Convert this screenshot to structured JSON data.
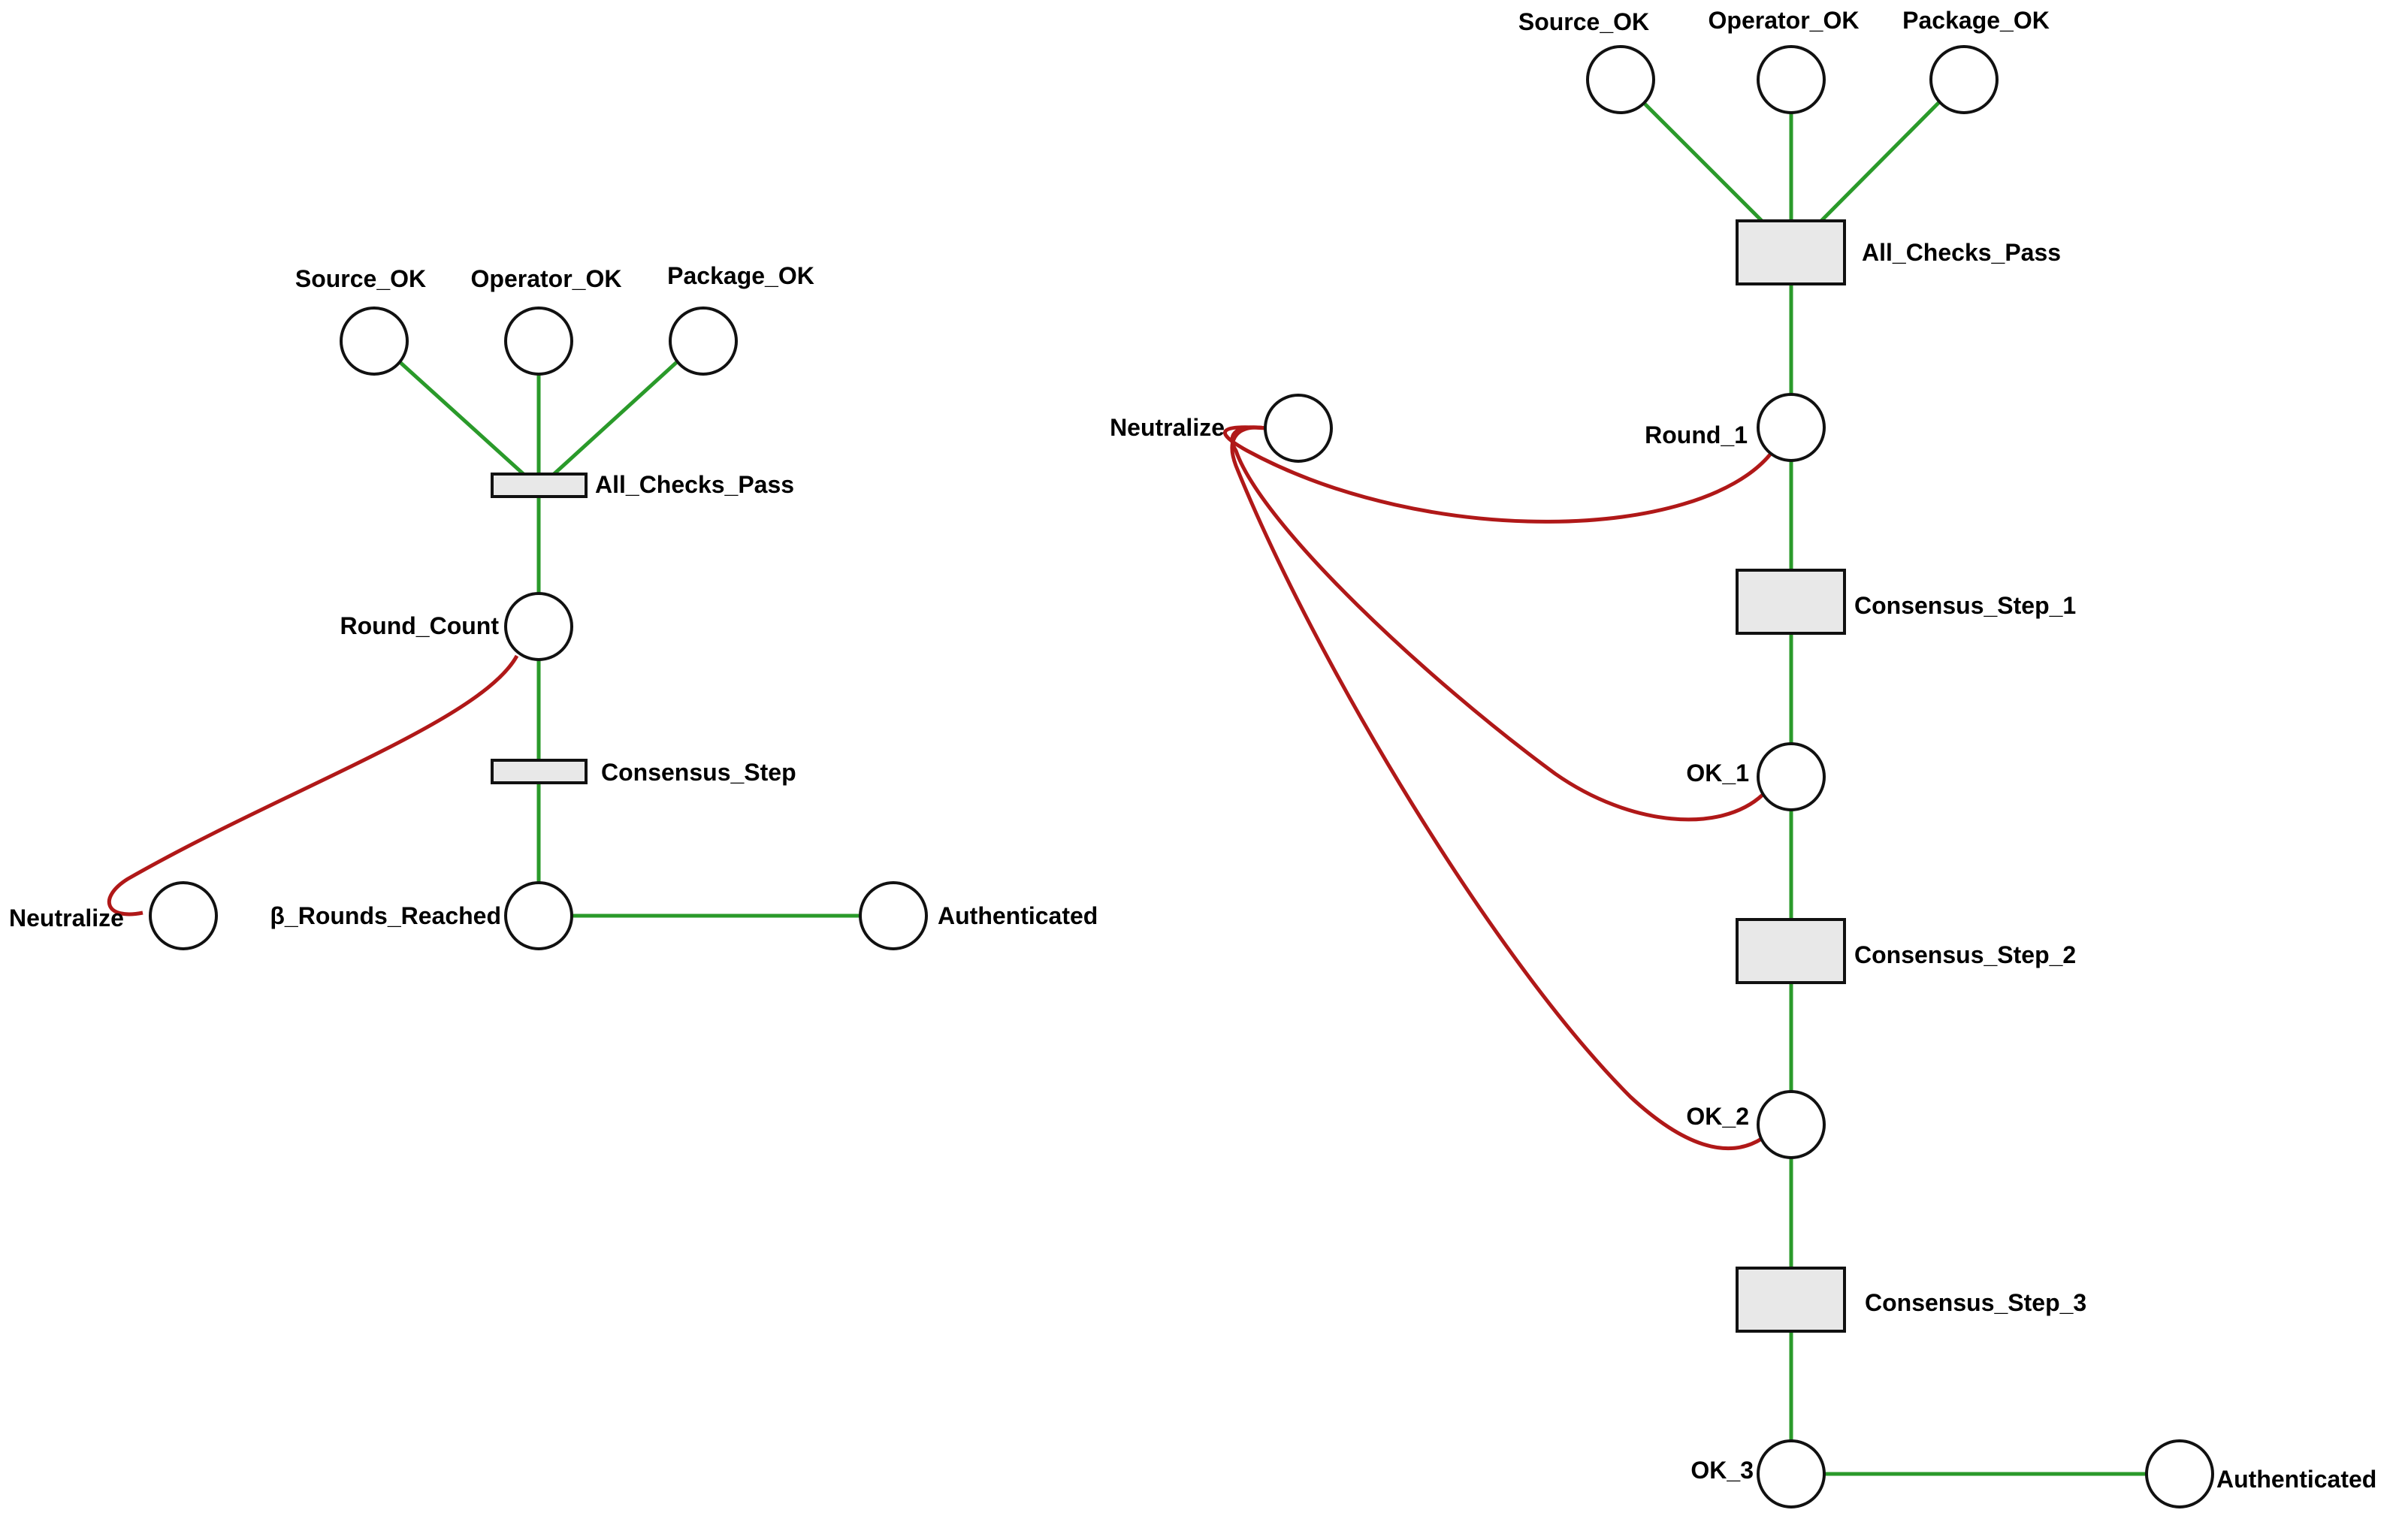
{
  "colors": {
    "flow_arc": "#2a9a2a",
    "inhibit_arc": "#b01818",
    "transition_fill": "#e8e8e8",
    "outline": "#111111"
  },
  "left": {
    "places": {
      "source_ok": "Source_OK",
      "operator_ok": "Operator_OK",
      "package_ok": "Package_OK",
      "round_count": "Round_Count",
      "rounds_reached": "β_Rounds_Reached",
      "neutralize": "Neutralize",
      "authenticated": "Authenticated"
    },
    "transitions": {
      "all_checks_pass": "All_Checks_Pass",
      "consensus_step": "Consensus_Step"
    }
  },
  "right": {
    "places": {
      "source_ok": "Source_OK",
      "operator_ok": "Operator_OK",
      "package_ok": "Package_OK",
      "round_1": "Round_1",
      "ok_1": "OK_1",
      "ok_2": "OK_2",
      "ok_3": "OK_3",
      "neutralize": "Neutralize",
      "authenticated": "Authenticated"
    },
    "transitions": {
      "all_checks_pass": "All_Checks_Pass",
      "consensus_step_1": "Consensus_Step_1",
      "consensus_step_2": "Consensus_Step_2",
      "consensus_step_3": "Consensus_Step_3"
    }
  }
}
